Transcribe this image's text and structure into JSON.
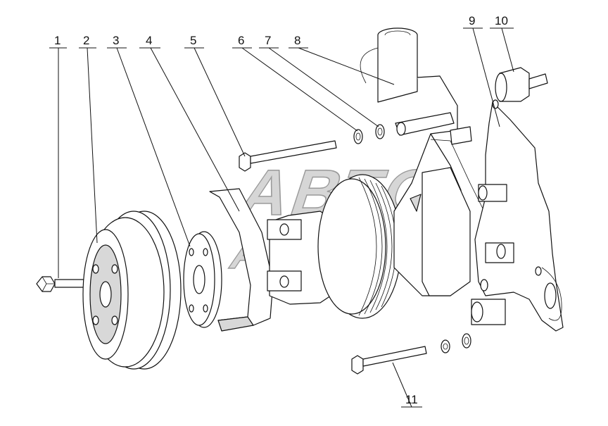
{
  "diagram": {
    "watermark": {
      "line1": "АВТО",
      "line2": "АЛЬЯНС"
    },
    "callouts": [
      {
        "id": "c1",
        "text": "1"
      },
      {
        "id": "c2",
        "text": "2"
      },
      {
        "id": "c3",
        "text": "3"
      },
      {
        "id": "c4",
        "text": "4"
      },
      {
        "id": "c5",
        "text": "5"
      },
      {
        "id": "c6",
        "text": "6"
      },
      {
        "id": "c7",
        "text": "7"
      },
      {
        "id": "c8",
        "text": "8"
      },
      {
        "id": "c9",
        "text": "9"
      },
      {
        "id": "c10",
        "text": "10"
      },
      {
        "id": "c11",
        "text": "11"
      }
    ],
    "colors": {
      "line": "#111111",
      "shade": "#d8d8d8",
      "watermark": "#d6d6d6"
    }
  }
}
